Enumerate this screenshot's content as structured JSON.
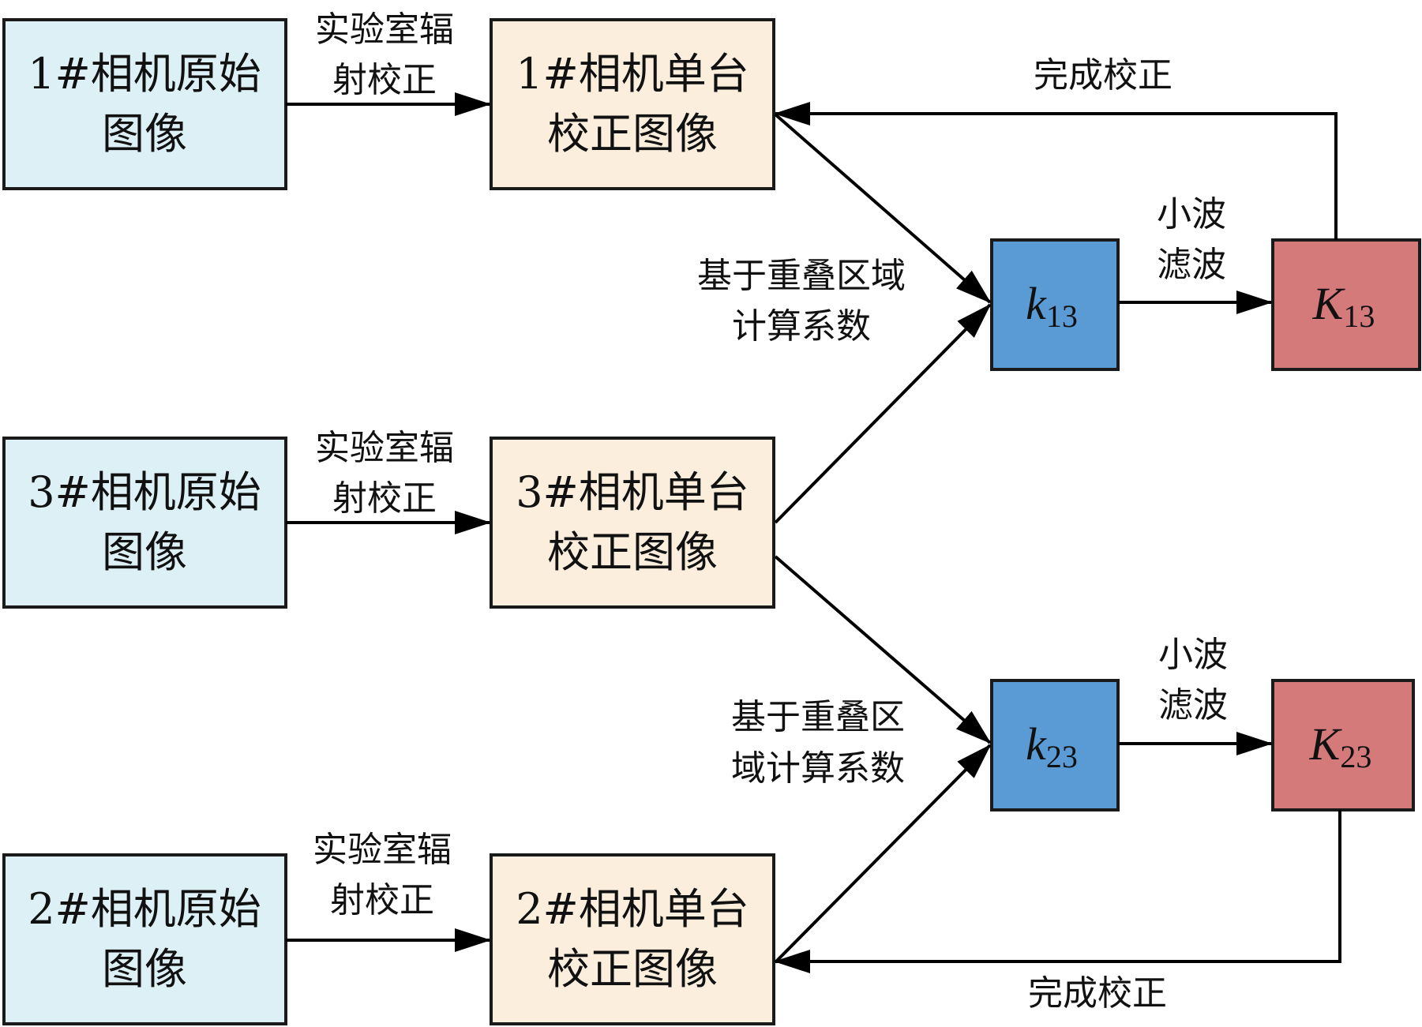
{
  "colors": {
    "raw_box_fill": "#dcf0f5",
    "corrected_box_fill": "#fbeedd",
    "small_k_fill": "#5b9bd5",
    "big_k_fill": "#d47a7a",
    "line": "#000000"
  },
  "nodes": {
    "raw1": {
      "line1": "1#相机原始",
      "line2": "图像"
    },
    "raw3": {
      "line1": "3#相机原始",
      "line2": "图像"
    },
    "raw2": {
      "line1": "2#相机原始",
      "line2": "图像"
    },
    "corr1": {
      "line1": "1#相机单台",
      "line2": "校正图像"
    },
    "corr3": {
      "line1": "3#相机单台",
      "line2": "校正图像"
    },
    "corr2": {
      "line1": "2#相机单台",
      "line2": "校正图像"
    },
    "k13": {
      "letter": "k",
      "sub": "13"
    },
    "k23": {
      "letter": "k",
      "sub": "23"
    },
    "K13": {
      "letter": "K",
      "sub": "13"
    },
    "K23": {
      "letter": "K",
      "sub": "23"
    }
  },
  "labels": {
    "lab_rad_1": {
      "line1": "实验室辐",
      "line2": "射校正"
    },
    "lab_rad_3": {
      "line1": "实验室辐",
      "line2": "射校正"
    },
    "lab_rad_2": {
      "line1": "实验室辐",
      "line2": "射校正"
    },
    "overlap_top": {
      "line1": "基于重叠区域",
      "line2": "计算系数"
    },
    "overlap_bottom": {
      "line1": "基于重叠区",
      "line2": "域计算系数"
    },
    "wavelet_top": {
      "line1": "小波",
      "line2": "滤波"
    },
    "wavelet_bottom": {
      "line1": "小波",
      "line2": "滤波"
    },
    "complete_top": "完成校正",
    "complete_bottom": "完成校正"
  }
}
